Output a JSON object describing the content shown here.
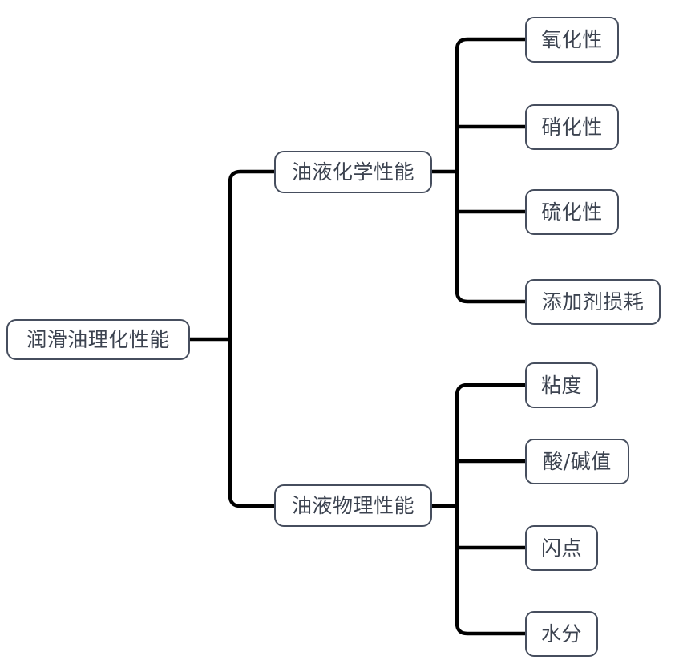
{
  "diagram": {
    "type": "tree",
    "orientation": "left-to-right",
    "title": "润滑油理化性能",
    "style": {
      "node_border_color": "#464e5e",
      "node_fill_color": "#ffffff",
      "node_text_color": "#3c4350",
      "connector_color": "#000000",
      "background_color": "#ffffff"
    },
    "root": {
      "label": "润滑油理化性能"
    },
    "branches": [
      {
        "label": "油液化学性能",
        "children": [
          {
            "label": "氧化性"
          },
          {
            "label": "硝化性"
          },
          {
            "label": "硫化性"
          },
          {
            "label": "添加剂损耗"
          }
        ]
      },
      {
        "label": "油液物理性能",
        "children": [
          {
            "label": "粘度"
          },
          {
            "label": "酸/碱值"
          },
          {
            "label": "闪点"
          },
          {
            "label": "水分"
          }
        ]
      }
    ]
  }
}
